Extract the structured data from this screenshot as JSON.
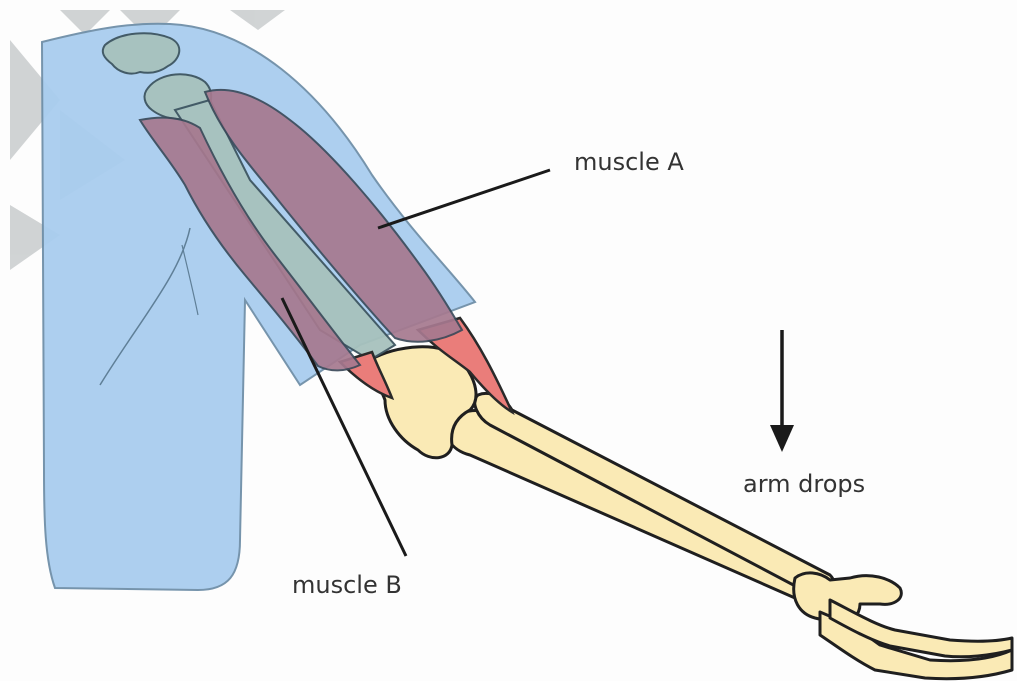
{
  "labels": {
    "muscle_a": "muscle A",
    "muscle_b": "muscle B",
    "arrow_caption": "arm drops"
  },
  "colors": {
    "body_blue": "#a9cdef",
    "body_outline": "#6f8fa8",
    "muscle_mauve": "#a6798f",
    "muscle_outline": "#3b4a5a",
    "tendon_red": "#ea7d7a",
    "bone_cream": "#faeab5",
    "bone_outline": "#1f1f1f",
    "upper_bone": "#a7c2bd",
    "watermark_gray": "#c9ccce",
    "ink": "#1a1a1a",
    "text": "#333333"
  },
  "icons": {
    "arrow": "down-arrow-icon"
  }
}
